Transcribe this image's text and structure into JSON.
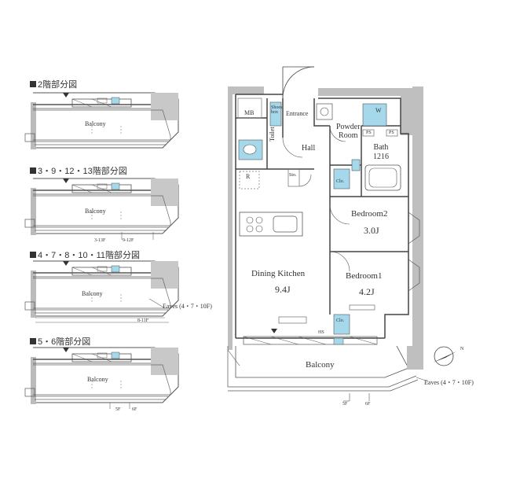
{
  "mini_plans": [
    {
      "header": "2階部分図",
      "balcony": "Balcony",
      "notes": []
    },
    {
      "header": "3・9・12・13階部分図",
      "balcony": "Balcony",
      "notes": [
        "3-13F",
        "9-12F"
      ]
    },
    {
      "header": "4・7・8・10・11階部分図",
      "balcony": "Balcony",
      "notes": [
        "8-11F"
      ],
      "eaves": "Eaves (4・7・10F)"
    },
    {
      "header": "5・6階部分図",
      "balcony": "Balcony",
      "notes": [
        "5F",
        "6F"
      ]
    }
  ],
  "main_plan": {
    "mb": "MB",
    "shoes_box_line1": "Shoes",
    "shoes_box_line2": "box",
    "entrance": "Entrance",
    "powder_room_line1": "Powder",
    "powder_room_line2": "Room",
    "w": "W",
    "ps1": "PS",
    "ps2": "PS",
    "toilet": "Toilet",
    "hall": "Hall",
    "bath": "Bath",
    "bath_size": "1216",
    "r": "R",
    "sto": "Sto.",
    "clo1": "Clo.",
    "clo2": "Clo.",
    "bedroom2": "Bedroom2",
    "bedroom2_size": "3.0J",
    "dining_kitchen": "Dining Kitchen",
    "dining_kitchen_size": "9.4J",
    "bedroom1": "Bedroom1",
    "bedroom1_size": "4.2J",
    "hs": "HS",
    "balcony": "Balcony",
    "eaves": "Eaves (4・7・10F)",
    "note_5f": "5F",
    "note_6f": "6F",
    "compass": "N"
  }
}
